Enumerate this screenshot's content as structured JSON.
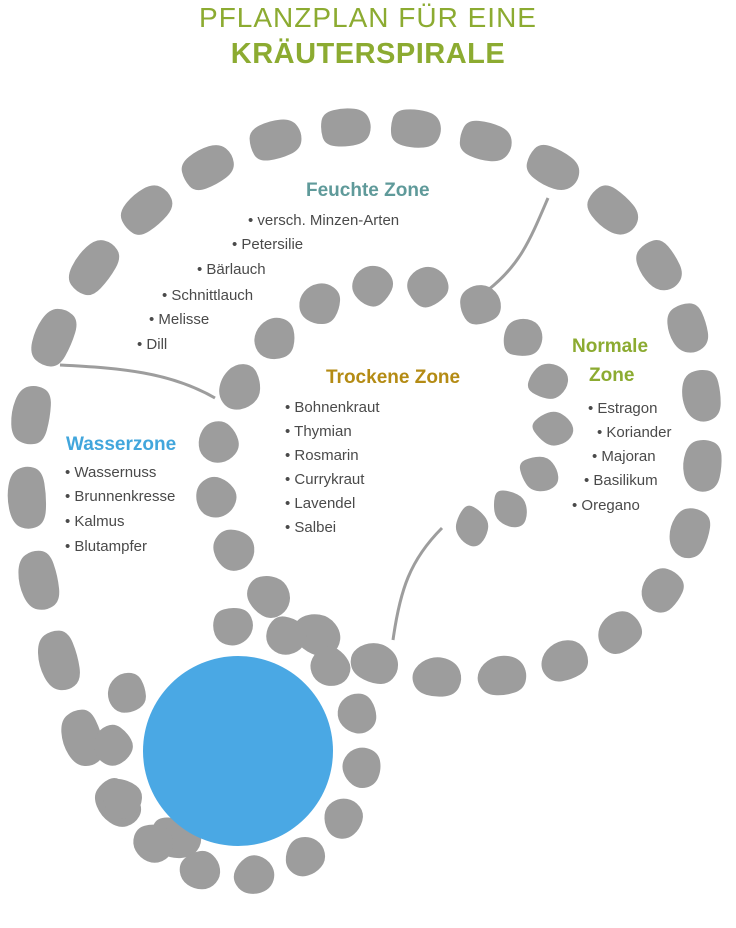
{
  "title": {
    "line1": "PFLANZPLAN FÜR EINE",
    "line2": "KRÄUTERSPIRALE",
    "color": "#8cab31"
  },
  "colors": {
    "stone": "#9d9d9d",
    "water": "#4aa8e4",
    "connector": "#9d9d9d"
  },
  "zones": {
    "feuchte": {
      "title": "Feuchte Zone",
      "color": "#5f9a9a",
      "plants": [
        "versch. Minzen-Arten",
        "Petersilie",
        "Bärlauch",
        "Schnittlauch",
        "Melisse",
        "Dill"
      ]
    },
    "trockene": {
      "title": "Trockene Zone",
      "color": "#b48b14",
      "plants": [
        "Bohnenkraut",
        "Thymian",
        "Rosmarin",
        "Currykraut",
        "Lavendel",
        "Salbei"
      ]
    },
    "normale": {
      "title_line1": "Normale",
      "title_line2": "Zone",
      "color": "#8cab31",
      "plants": [
        "Estragon",
        "Koriander",
        "Majoran",
        "Basilikum",
        "Oregano"
      ]
    },
    "wasser": {
      "title": "Wasserzone",
      "color": "#42a6dc",
      "plants": [
        "Wassernuss",
        "Brunnenkresse",
        "Kalmus",
        "Blutampfer"
      ]
    }
  }
}
